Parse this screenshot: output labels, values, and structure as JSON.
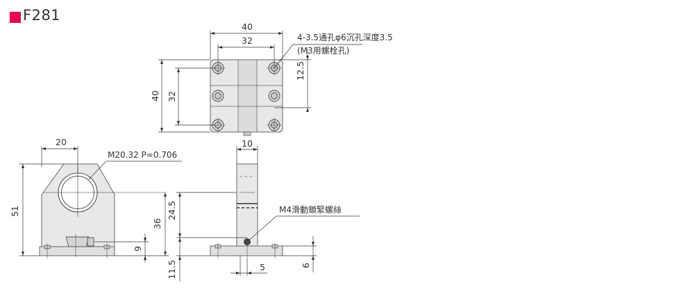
{
  "header": {
    "model": "F281",
    "marker_color": "#e5004f"
  },
  "colors": {
    "line": "#333333",
    "part_fill": "#e8e8e8",
    "part_edge": "#666666",
    "hole_fill": "#c9c9c9"
  },
  "top_view": {
    "dim_overall_width": "40",
    "dim_hole_pitch_x": "32",
    "dim_overall_height": "40",
    "dim_hole_pitch_y": "32",
    "dim_center_offset": "12.5",
    "hole_note_line1": "4-3.5通孔φ6沉孔深度3.5",
    "hole_note_line2": "(M3用螺栓孔)"
  },
  "front_view": {
    "dim_bore_offset": "20",
    "thread_note": "M20.32 P=0.706",
    "dim_total_height": "51",
    "dim_center_height": "36",
    "dim_screw_height": "9"
  },
  "side_view": {
    "dim_post_width": "10",
    "dim_post_height": "24.5",
    "dim_base_height": "11.5",
    "dim_screw_offset": "5",
    "dim_base_thickness": "6",
    "lock_screw_note": "M4滑動鎖緊螺絲"
  }
}
